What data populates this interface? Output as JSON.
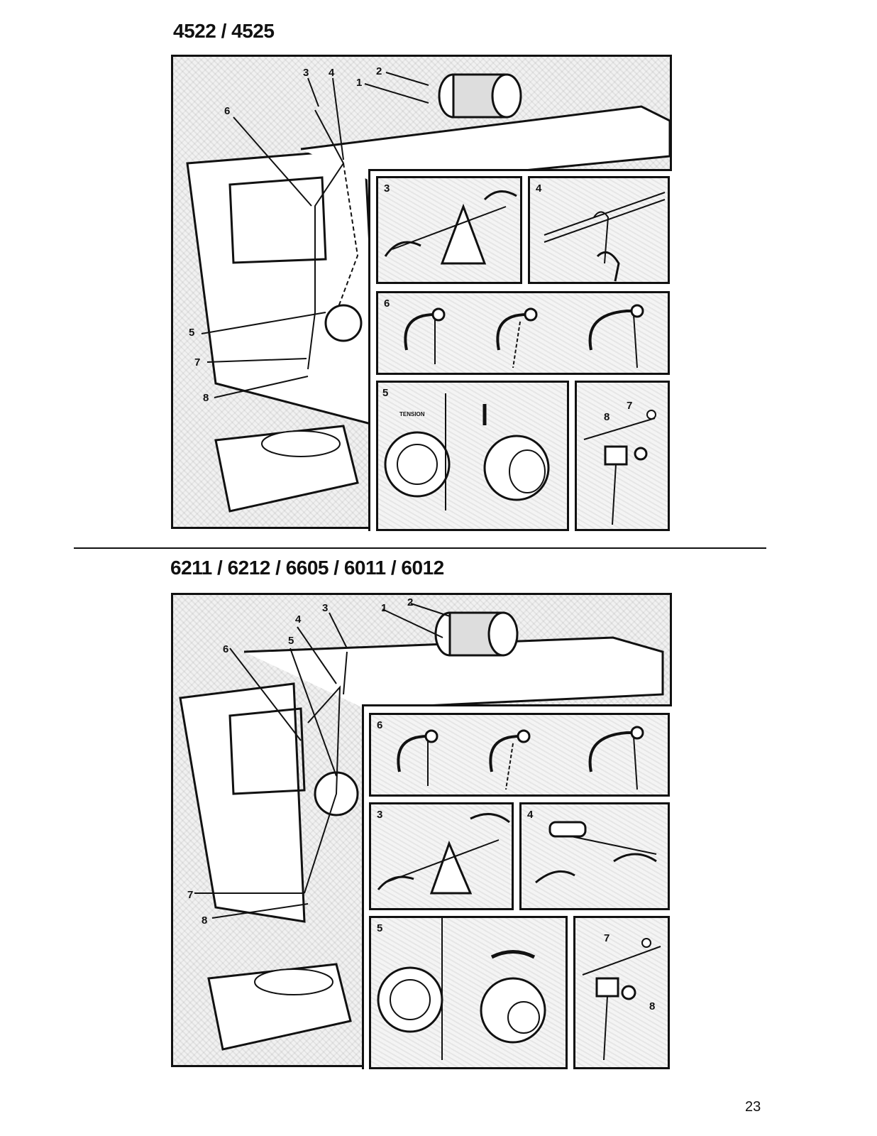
{
  "section_top": {
    "title": "4522 / 4525",
    "labels": {
      "l1": "1",
      "l2": "2",
      "l3": "3",
      "l4": "4",
      "l5": "5",
      "l6": "6",
      "l7": "7",
      "l8": "8"
    },
    "insets": {
      "i3": "3",
      "i4": "4",
      "i6": "6",
      "i5": "5",
      "i7": "7",
      "i8": "8",
      "tension": "TENSION"
    }
  },
  "section_bottom": {
    "title": "6211 / 6212 / 6605 / 6011 / 6012",
    "labels": {
      "l1": "1",
      "l2": "2",
      "l3": "3",
      "l4": "4",
      "l5": "5",
      "l6": "6",
      "l7": "7",
      "l8": "8"
    },
    "insets": {
      "i6": "6",
      "i3": "3",
      "i4": "4",
      "i5": "5",
      "i7": "7",
      "i8": "8"
    }
  },
  "page_number": "23"
}
